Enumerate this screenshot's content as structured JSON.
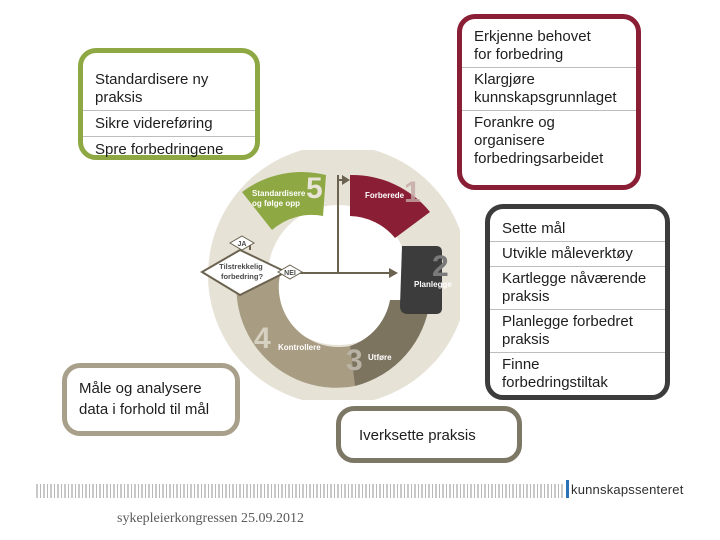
{
  "boxes": {
    "standardize": [
      "Standardisere ny praksis",
      "Sikre videreføring",
      "Spre forbedringene"
    ],
    "recognize": [
      "Erkjenne behovet\nfor forbedring",
      "Klargjøre\nkunnskapsgrunnlaget",
      "Forankre og\norganisere\nforbedringsarbeidet"
    ],
    "plan": [
      "Sette mål",
      "Utvikle måleverktøy",
      "Kartlegge nåværende\npraksis",
      "Planlegge forbedret\npraksis",
      "Finne\nforbedringstiltak"
    ],
    "measure": "Måle og analysere\ndata i forhold til mål",
    "implement": "Iverksette praksis"
  },
  "cycle": {
    "steps": [
      {
        "number": "1",
        "label": "Forberede"
      },
      {
        "number": "2",
        "label": "Planlegge"
      },
      {
        "number": "3",
        "label": "Utføre"
      },
      {
        "number": "4",
        "label": "Kontrollere"
      },
      {
        "number": "5",
        "label": "Standardisere\nog følge opp"
      }
    ],
    "decision": "Tilstrekkelig\nforbedring?",
    "yes": "JA",
    "no": "NEI"
  },
  "colors": {
    "green": "#8ea843",
    "red": "#8a1e35",
    "dark": "#3c3c3c",
    "tan": "#a8a08a",
    "brown": "#7d7766",
    "ring": "#e6e2d6"
  },
  "logo": "kunnskapssenteret",
  "footer": "sykepleierkongressen 25.09.2012"
}
